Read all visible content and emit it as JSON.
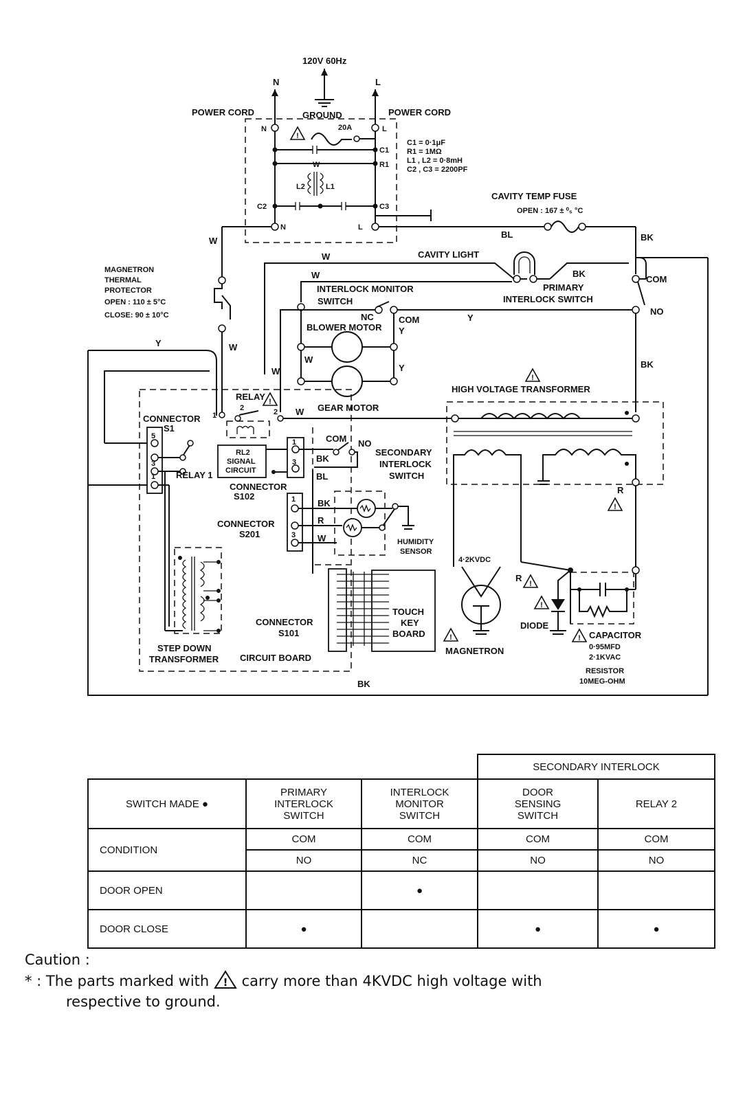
{
  "schematic": {
    "supply": "120V 60Hz",
    "n": "N",
    "l": "L",
    "power_cord_left": "POWER CORD",
    "power_cord_right": "POWER CORD",
    "ground": "GROUND",
    "fuse_20a": "20A",
    "filter_values": [
      "C1    =  0·1μF",
      "R1    =  1MΩ",
      "L1 , L2 =  0·8mH",
      "C2 , C3 =  2200PF"
    ],
    "c1": "C1",
    "r1": "R1",
    "l1": "L1",
    "l2": "L2",
    "c2": "C2",
    "c3": "C3",
    "n_term": "N",
    "l_term": "L",
    "cavity_temp_fuse": "CAVITY TEMP FUSE",
    "cavity_temp_open": "OPEN : 167 ± ⁰₅ °C",
    "cavity_light": "CAVITY LIGHT",
    "primary_interlock": [
      "PRIMARY",
      "INTERLOCK SWITCH"
    ],
    "com": "COM",
    "no": "NO",
    "nc": "NC",
    "interlock_monitor": [
      "INTERLOCK MONITOR",
      "SWITCH"
    ],
    "blower_motor": "BLOWER MOTOR",
    "gear_motor": "GEAR MOTOR",
    "magnetron_thermal": [
      "MAGNETRON",
      "THERMAL",
      "PROTECTOR",
      "OPEN  : 110 ± 5°C",
      "CLOSE: 90 ± 10°C"
    ],
    "hv_transformer": "HIGH VOLTAGE TRANSFORMER",
    "relay": "RELAY",
    "relay1": "RELAY 1",
    "connector_s1": [
      "CONNECTOR",
      "S1"
    ],
    "rl2_signal": [
      "RL2",
      "SIGNAL",
      "CIRCUIT"
    ],
    "connector_s102": [
      "CONNECTOR",
      "S102"
    ],
    "secondary_interlock": [
      "SECONDARY",
      "INTERLOCK",
      "SWITCH"
    ],
    "connector_s201": [
      "CONNECTOR",
      "S201"
    ],
    "humidity_sensor": [
      "HUMIDITY",
      "SENSOR"
    ],
    "connector_s101": [
      "CONNECTOR",
      "S101"
    ],
    "touch_key_board": [
      "TOUCH",
      "KEY",
      "BOARD"
    ],
    "circuit_board": "CIRCUIT BOARD",
    "step_down": [
      "STEP DOWN",
      "TRANSFORMER"
    ],
    "kvdc": "4·2KVDC",
    "magnetron": "MAGNETRON",
    "diode": "DIODE",
    "capacitor": [
      "CAPACITOR",
      "0·95MFD",
      "2·1KVAC"
    ],
    "resistor": [
      "RESISTOR",
      "10MEG-OHM"
    ],
    "wire_w": "W",
    "wire_y": "Y",
    "wire_bk": "BK",
    "wire_bl": "BL",
    "wire_r": "R",
    "pin1": "1",
    "pin2": "2",
    "pin3": "3",
    "pin5": "5"
  },
  "switch_table": {
    "group_header": "SECONDARY INTERLOCK",
    "corner": "SWITCH MADE ●",
    "columns": [
      [
        "PRIMARY",
        "INTERLOCK",
        "SWITCH"
      ],
      [
        "INTERLOCK",
        "MONITOR",
        "SWITCH"
      ],
      [
        "DOOR",
        "SENSING",
        "SWITCH"
      ],
      [
        "RELAY 2"
      ]
    ],
    "condition_label": "CONDITION",
    "condition_com": [
      "COM",
      "COM",
      "COM",
      "COM"
    ],
    "condition_second": [
      "NO",
      "NC",
      "NO",
      "NO"
    ],
    "door_open_label": "DOOR OPEN",
    "door_open": [
      "",
      "●",
      "",
      ""
    ],
    "door_close_label": "DOOR CLOSE",
    "door_close": [
      "●",
      "",
      "●",
      "●"
    ]
  },
  "caution": {
    "title": "Caution  :",
    "asterisk": "*",
    "text_before": "  : The parts marked with",
    "text_after": "carry more than 4KVDC high voltage with",
    "text_line2": "respective to ground."
  }
}
